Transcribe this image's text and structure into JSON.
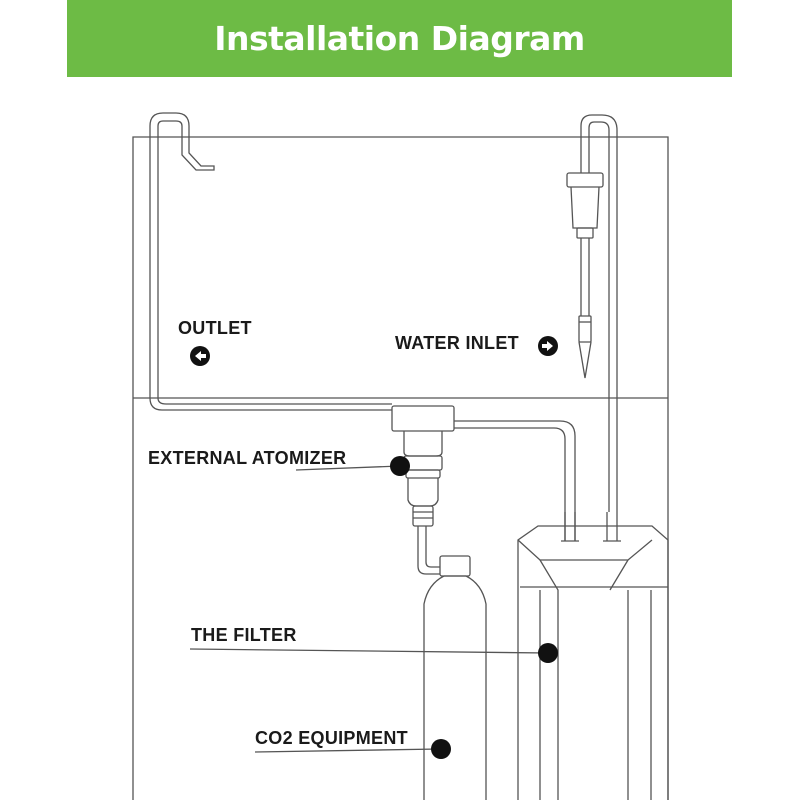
{
  "title": "Installation Diagram",
  "colors": {
    "banner": "#6dbb45",
    "line": "#555555",
    "dot": "#111111"
  },
  "labels": {
    "outlet": "OUTLET",
    "water_inlet": "WATER INLET",
    "external_atomizer": "EXTERNAL ATOMIZER",
    "the_filter": "THE FILTER",
    "co2_equipment": "CO2 EQUIPMENT"
  },
  "icons": {
    "outlet": "arrow-left-circle-icon",
    "water_inlet": "arrow-right-circle-icon"
  }
}
